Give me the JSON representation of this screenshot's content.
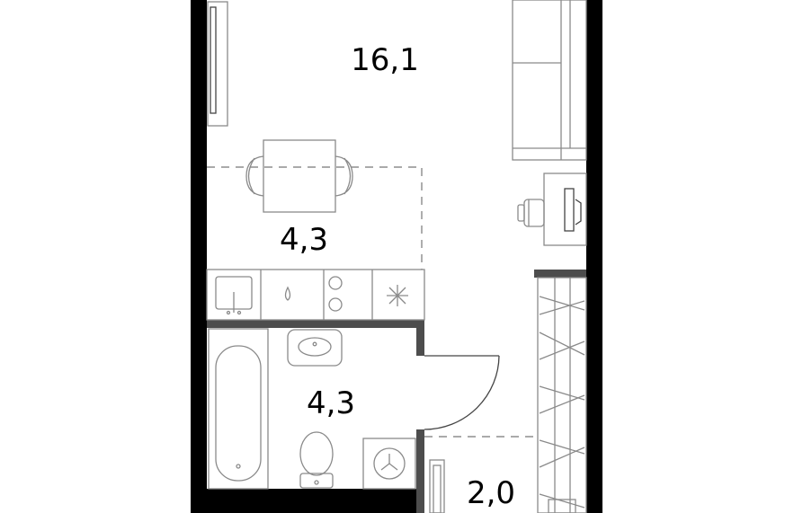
{
  "colors": {
    "wall": "#000000",
    "partition": "#4d4d4d",
    "furniture": "#8a8a8a",
    "background": "#ffffff"
  },
  "rooms": {
    "living": {
      "area": "16,1"
    },
    "kitchen": {
      "area": "4,3"
    },
    "bathroom": {
      "area": "4,3"
    },
    "hallway": {
      "area": "2,0"
    }
  }
}
